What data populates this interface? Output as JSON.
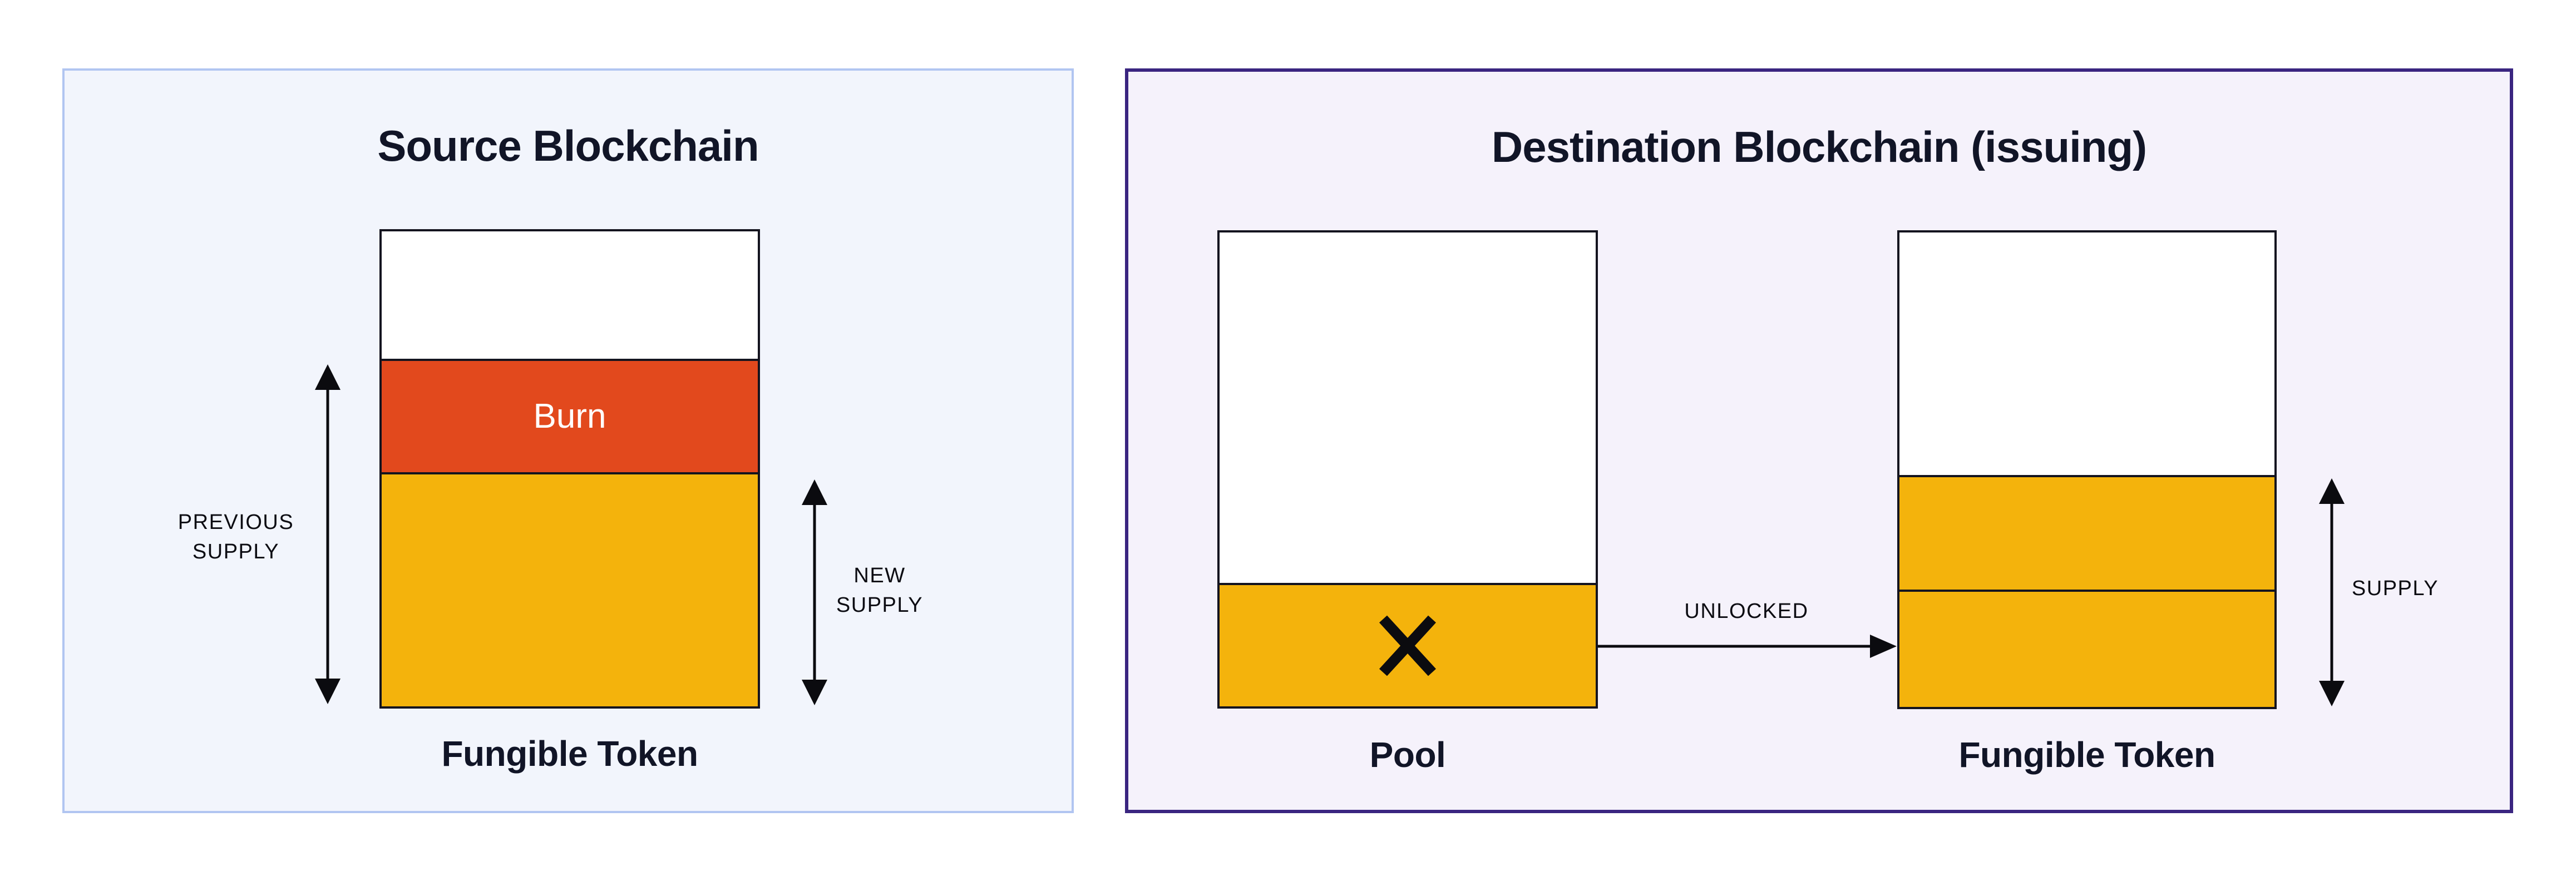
{
  "colors": {
    "page_bg": "#ffffff",
    "outline": "#14141f",
    "text_dark": "#111527",
    "burn_orange": "#e2491d",
    "token_yellow": "#f4b30c",
    "source_panel_bg": "#f2f5fc",
    "source_panel_border": "#b1c5f1",
    "destination_panel_bg": "#f5f2fb",
    "destination_panel_border": "#3a2580",
    "burn_text": "#ffffff"
  },
  "source_panel": {
    "title": "Source Blockchain",
    "burn_label": "Burn",
    "token_label": "Fungible Token",
    "previous_supply_line1": "PREVIOUS",
    "previous_supply_line2": "SUPPLY",
    "new_supply_line1": "NEW",
    "new_supply_line2": "SUPPLY"
  },
  "destination_panel": {
    "title": "Destination Blockchain (issuing)",
    "pool_label": "Pool",
    "token_label": "Fungible Token",
    "unlocked_label": "UNLOCKED",
    "supply_label": "SUPPLY"
  },
  "icons": {
    "pool_marker": "x-mark",
    "previous_supply_arrow": "double-vertical-arrow",
    "new_supply_arrow": "double-vertical-arrow",
    "supply_arrow": "double-vertical-arrow",
    "unlocked_arrow": "right-arrow"
  }
}
